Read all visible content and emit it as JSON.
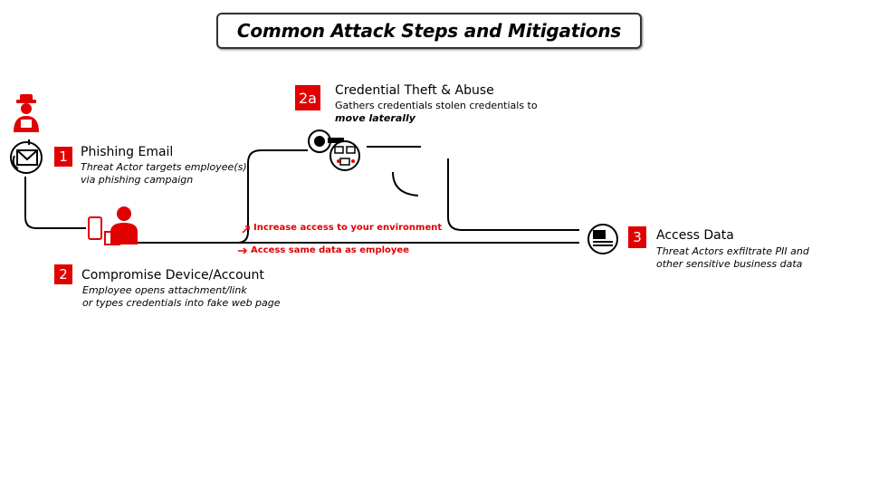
{
  "title": "Common Attack Steps and Mitigations",
  "steps": {
    "s1": {
      "num": "1",
      "title": "Phishing Email",
      "desc1": "Threat Actor targets employee(s)",
      "desc2": "via phishing campaign"
    },
    "s2": {
      "num": "2",
      "title": "Compromise Device/Account",
      "desc1": "Employee opens attachment/link",
      "desc2": "or types credentials into fake web page"
    },
    "s2a": {
      "num": "2a",
      "title": "Credential Theft & Abuse",
      "desc1": "Gathers credentials stolen credentials to",
      "desc2": "move laterally"
    },
    "s3": {
      "num": "3",
      "title": "Access Data",
      "desc1": "Threat Actors exfiltrate PII and",
      "desc2": "other sensitive business data"
    }
  },
  "labels": {
    "increase": "Increase access to your environment",
    "same": "Access same data as employee"
  },
  "colors": {
    "accent": "#e00000",
    "line": "#000000"
  }
}
